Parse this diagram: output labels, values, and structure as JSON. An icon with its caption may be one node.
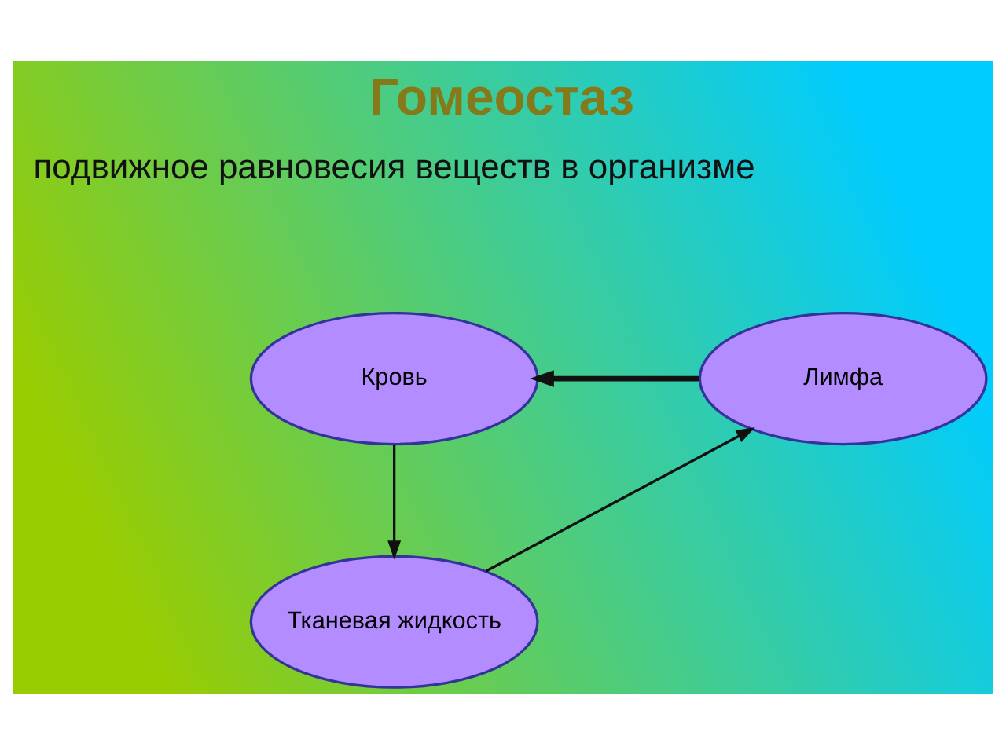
{
  "diagram": {
    "title": "Гомеостаз",
    "nodes": [
      {
        "text": [
          "Кровь"
        ]
      },
      {
        "text": [
          "Лимфа"
        ]
      },
      {
        "text": [
          "Тканевая жидкость"
        ]
      }
    ],
    "edges": [
      {
        "from": 1,
        "to": 0,
        "arrow": "to",
        "style": "thick"
      },
      {
        "from": 0,
        "to": 2,
        "arrow": "to"
      },
      {
        "from": 2,
        "to": 1,
        "arrow": "to"
      }
    ],
    "labels": [
      "подвижное равновесия веществ в организме"
    ]
  }
}
